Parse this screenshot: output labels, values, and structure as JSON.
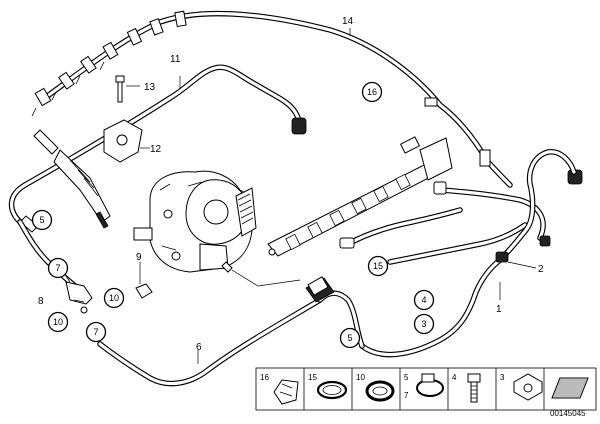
{
  "diagram": {
    "labels": {
      "l14": "14",
      "l11": "11",
      "l13": "13",
      "l12": "12",
      "l9": "9",
      "l2": "2",
      "l1": "1",
      "l8": "8",
      "l6": "6"
    },
    "callouts": {
      "c16": "16",
      "c5": "5",
      "c7a": "7",
      "c10a": "10",
      "c10b": "10",
      "c7b": "7",
      "c15": "15",
      "c4": "4",
      "c3": "3",
      "c5b": "5"
    },
    "legend": {
      "items": [
        {
          "num": "16",
          "num2": ""
        },
        {
          "num": "15",
          "num2": ""
        },
        {
          "num": "10",
          "num2": ""
        },
        {
          "num": "5",
          "num2": "7"
        },
        {
          "num": "4",
          "num2": ""
        },
        {
          "num": "3",
          "num2": ""
        },
        {
          "num": "",
          "num2": ""
        }
      ]
    },
    "reference_number": "00145045"
  }
}
